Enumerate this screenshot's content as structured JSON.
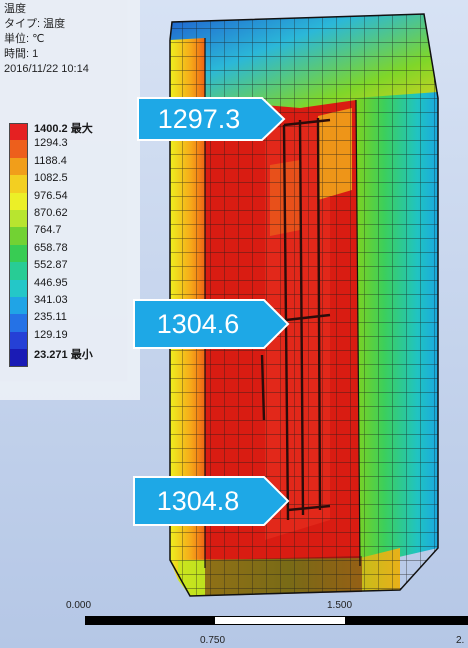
{
  "info": {
    "title": "温度",
    "type_line": "タイプ: 温度",
    "unit_line": "単位: ℃",
    "time_line": "時間: 1",
    "datetime": "2016/11/22 10:14"
  },
  "legend": [
    {
      "label": "1400.2 最大",
      "color": "#e61a1a",
      "bold": true
    },
    {
      "label": "1294.3",
      "color": "#ef5a14"
    },
    {
      "label": "1188.4",
      "color": "#f39c12"
    },
    {
      "label": "1082.5",
      "color": "#f5cf19"
    },
    {
      "label": "976.54",
      "color": "#eef01f"
    },
    {
      "label": "870.62",
      "color": "#b8e628"
    },
    {
      "label": "764.7",
      "color": "#6fd22c"
    },
    {
      "label": "658.78",
      "color": "#33cc4d"
    },
    {
      "label": "552.87",
      "color": "#22cc92"
    },
    {
      "label": "446.95",
      "color": "#1ec7c7"
    },
    {
      "label": "341.03",
      "color": "#1aa3e6"
    },
    {
      "label": "235.11",
      "color": "#1f6fe6"
    },
    {
      "label": "129.19",
      "color": "#1f3bd6"
    },
    {
      "label": "23.271 最小",
      "color": "#1414b3",
      "bold": true
    }
  ],
  "callouts": [
    {
      "value": "1297.3"
    },
    {
      "value": "1304.6"
    },
    {
      "value": "1304.8"
    }
  ],
  "scale_bar": {
    "labels": {
      "start": "0.000",
      "mid_top": "1.500",
      "mid_bottom": "0.750",
      "end": "2."
    }
  },
  "colors": {
    "callout_fill": "#1ea8e6",
    "callout_stroke": "#ffffff"
  }
}
